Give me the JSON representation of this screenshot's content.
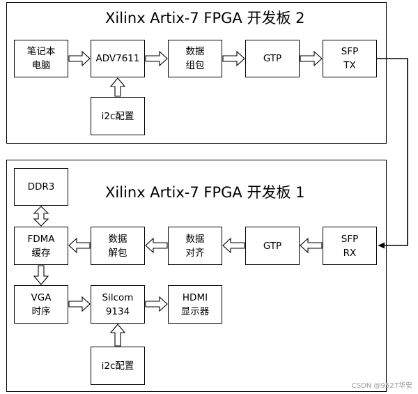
{
  "board2": {
    "title": "Xilinx Artix-7 FPGA 开发板 2",
    "laptop": [
      "笔记本",
      "电脑"
    ],
    "adv7611": "ADV7611",
    "pack": [
      "数据",
      "组包"
    ],
    "gtp": "GTP",
    "sfp_tx": [
      "SFP",
      "TX"
    ],
    "i2c": "i2c配置"
  },
  "board1": {
    "title": "Xilinx Artix-7 FPGA 开发板 1",
    "ddr3": "DDR3",
    "fdma": [
      "FDMA",
      "缓存"
    ],
    "unpack": [
      "数据",
      "解包"
    ],
    "align": [
      "数据",
      "对齐"
    ],
    "gtp": "GTP",
    "sfp_rx": [
      "SFP",
      "RX"
    ],
    "vga": [
      "VGA",
      "时序"
    ],
    "silcom": [
      "Silcom",
      "9134"
    ],
    "hdmi": [
      "HDMI",
      "显示器"
    ],
    "i2c": "i2c配置"
  },
  "watermark": "CSDN @9527华安"
}
